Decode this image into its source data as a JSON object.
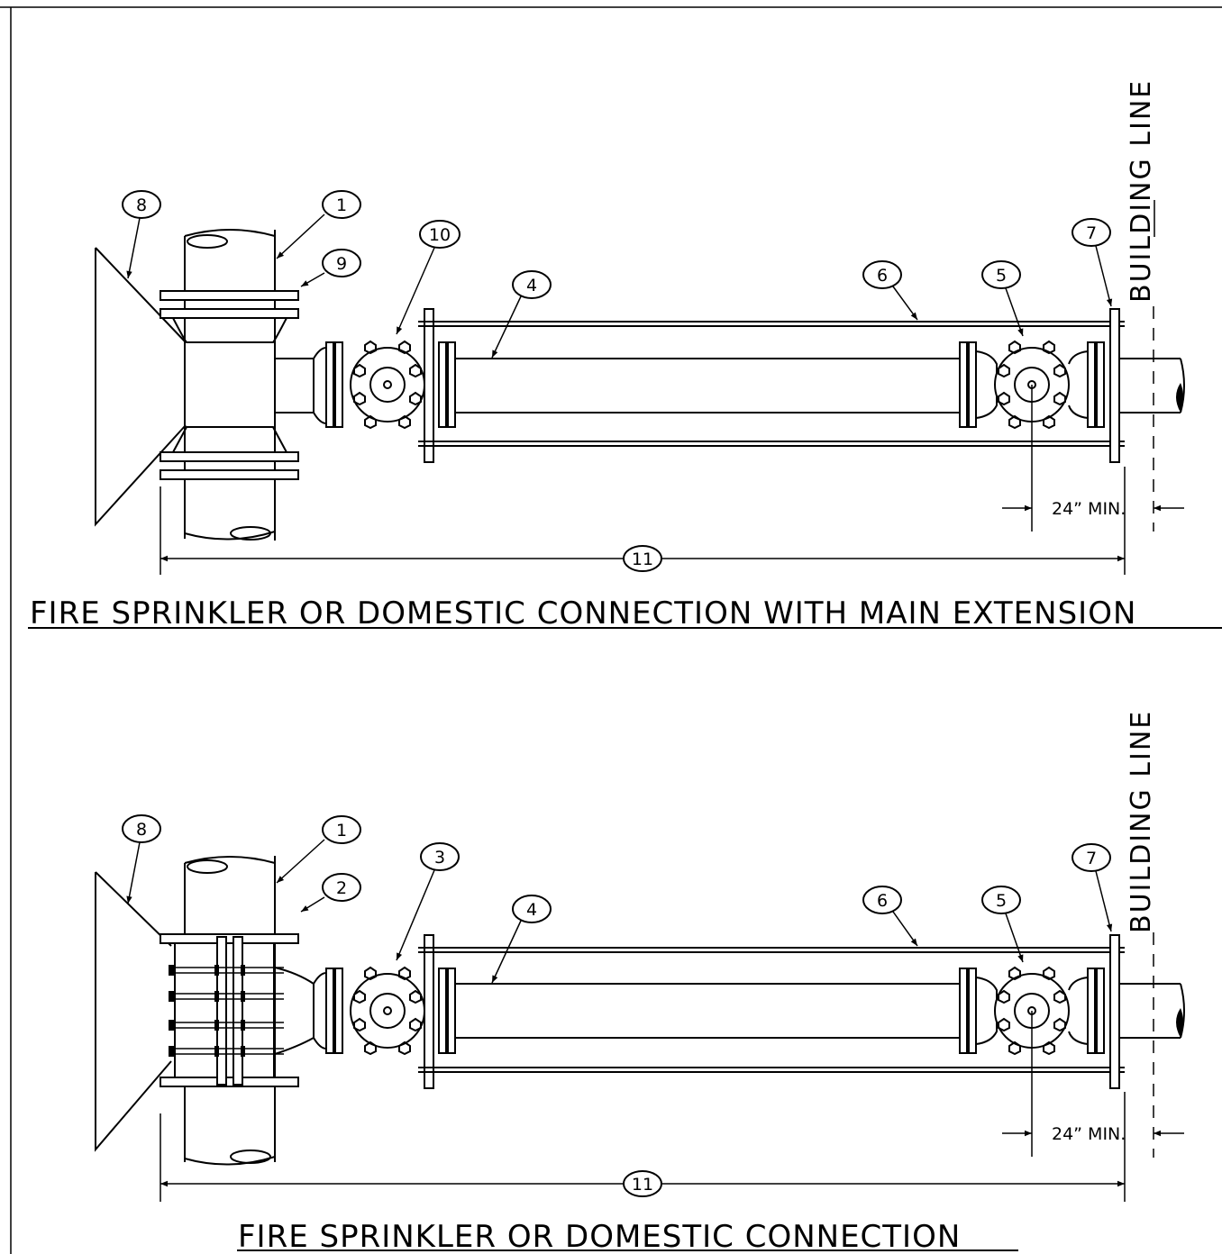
{
  "details": [
    {
      "title": "FIRE SPRINKLER OR DOMESTIC CONNECTION WITH MAIN EXTENSION",
      "building_line": "BUILDING LINE",
      "dimension": "24” MIN.",
      "callouts": {
        "c8": "8",
        "c1": "1",
        "c9": "9",
        "c10": "10",
        "c4": "4",
        "c6": "6",
        "c5": "5",
        "c7": "7",
        "c11": "11"
      }
    },
    {
      "title": "FIRE SPRINKLER OR DOMESTIC CONNECTION",
      "building_line": "BUILDING LINE",
      "dimension": "24” MIN.",
      "callouts": {
        "c8": "8",
        "c1": "1",
        "c2": "2",
        "c3": "3",
        "c4": "4",
        "c6": "6",
        "c5": "5",
        "c7": "7",
        "c11": "11"
      }
    }
  ]
}
